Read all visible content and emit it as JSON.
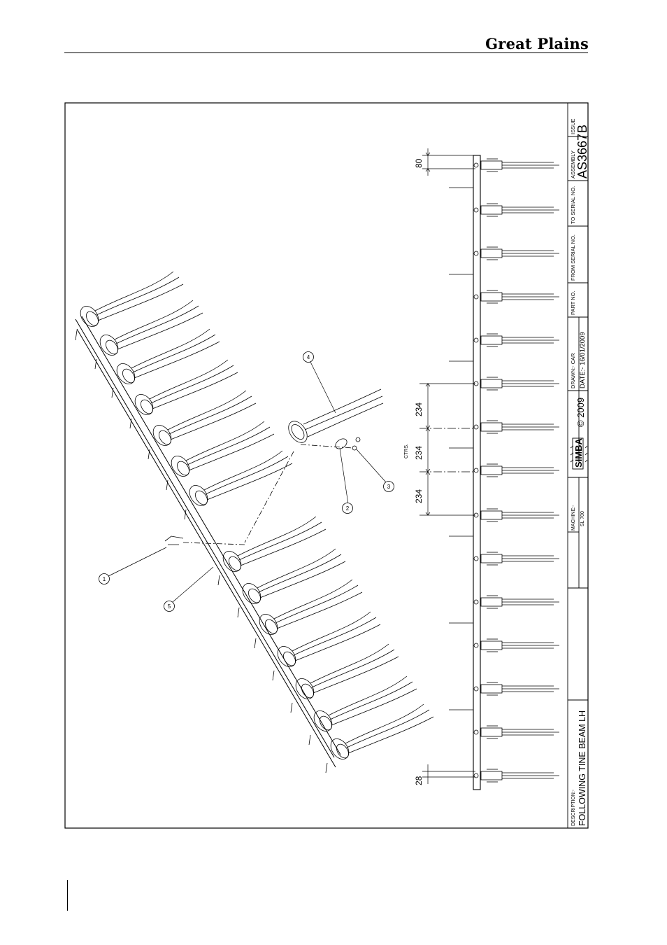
{
  "header": {
    "brand": "Great Plains"
  },
  "title_block": {
    "description_label": "DESCRIPTION:-",
    "description": "FOLLOWING TINE BEAM LH",
    "machine_label": "MACHINE:-",
    "machine": "SL 700",
    "logo_text": "SIMBA",
    "copyright": "© 2009",
    "drawn": "DRAWN:-  CAR",
    "date": "DATE:-  16/01/2009",
    "part_no_label": "PART NO.",
    "from_serial_label": "FROM SERIAL NO.",
    "to_serial_label": "TO SERIAL NO.",
    "assembly_label": "ASSEMBLY",
    "assembly": "AS3667",
    "issue_label": "ISSUE",
    "issue": "B"
  },
  "dimensions": {
    "top_spacing": "80",
    "bottom_spacing": "28",
    "ctrs_label": "CTRS.",
    "pitch_1": "234",
    "pitch_2": "234",
    "pitch_3": "234"
  },
  "callouts": [
    "1",
    "2",
    "3",
    "4",
    "5"
  ],
  "colors": {
    "line": "#000000",
    "paper": "#ffffff"
  }
}
